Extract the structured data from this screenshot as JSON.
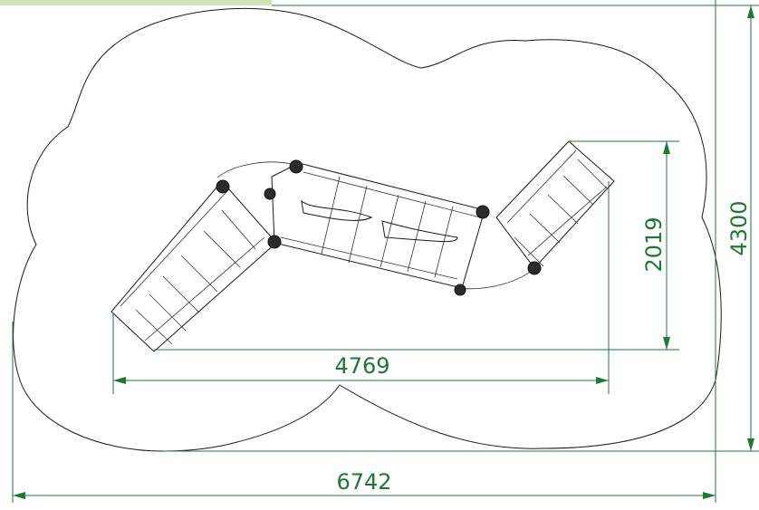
{
  "dimensions": {
    "total_width": "6742",
    "total_height": "4300",
    "equipment_length": "4769",
    "equipment_height": "2019"
  },
  "colors": {
    "dimension": "#1a7a32",
    "outline": "#1a1a1a",
    "header_strip": "#cfe2b8"
  }
}
